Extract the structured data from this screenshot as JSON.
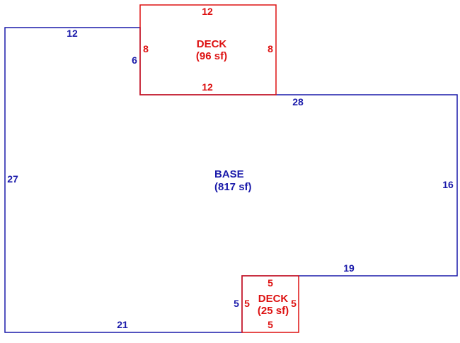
{
  "colors": {
    "base": "#1a1aaa",
    "deck": "#dd1111",
    "background": "#ffffff"
  },
  "base": {
    "name": "BASE",
    "area": "(817 sf)",
    "dims": {
      "top_left": "12",
      "step_left": "6",
      "top_right": "28",
      "right": "16",
      "step_bottom": "19",
      "step_inner": "5",
      "bottom": "21",
      "left": "27"
    }
  },
  "deck_top": {
    "name": "DECK",
    "area": "(96 sf)",
    "dims": {
      "top": "12",
      "bottom": "12",
      "left": "8",
      "right": "8"
    }
  },
  "deck_bottom": {
    "name": "DECK",
    "area": "(25 sf)",
    "dims": {
      "top": "5",
      "bottom": "5",
      "left": "5",
      "right": "5"
    }
  }
}
